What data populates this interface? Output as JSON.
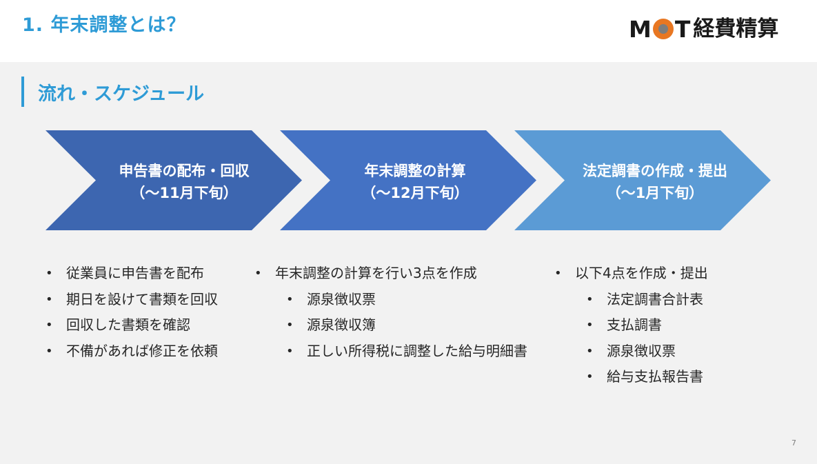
{
  "header": {
    "title": "1. 年末調整とは？",
    "logo": {
      "letter_m": "M",
      "letter_t": "T",
      "name": "経費精算"
    }
  },
  "section": {
    "title": "流れ・スケジュール"
  },
  "steps": [
    {
      "label": "申告書の配布・回収",
      "period": "（～11月下旬）",
      "color": "#3d66b0"
    },
    {
      "label": "年末調整の計算",
      "period": "（～12月下旬）",
      "color": "#4472c4"
    },
    {
      "label": "法定調書の作成・提出",
      "period": "（～1月下旬）",
      "color": "#5b9bd5"
    }
  ],
  "columns": [
    {
      "items": [
        {
          "text": "従業員に申告書を配布",
          "level": 0
        },
        {
          "text": "期日を設けて書類を回収",
          "level": 0
        },
        {
          "text": "回収した書類を確認",
          "level": 0
        },
        {
          "text": "不備があれば修正を依頼",
          "level": 0
        }
      ]
    },
    {
      "items": [
        {
          "text": "年末調整の計算を行い3点を作成",
          "level": 0
        },
        {
          "text": "源泉徴収票",
          "level": 1
        },
        {
          "text": "源泉徴収簿",
          "level": 1
        },
        {
          "text": "正しい所得税に調整した給与明細書",
          "level": 1
        }
      ]
    },
    {
      "items": [
        {
          "text": "以下4点を作成・提出",
          "level": 0
        },
        {
          "text": "法定調書合計表",
          "level": 1
        },
        {
          "text": "支払調書",
          "level": 1
        },
        {
          "text": "源泉徴収票",
          "level": 1
        },
        {
          "text": "給与支払報告書",
          "level": 1
        }
      ]
    }
  ],
  "footer": {
    "page_number": "7"
  }
}
